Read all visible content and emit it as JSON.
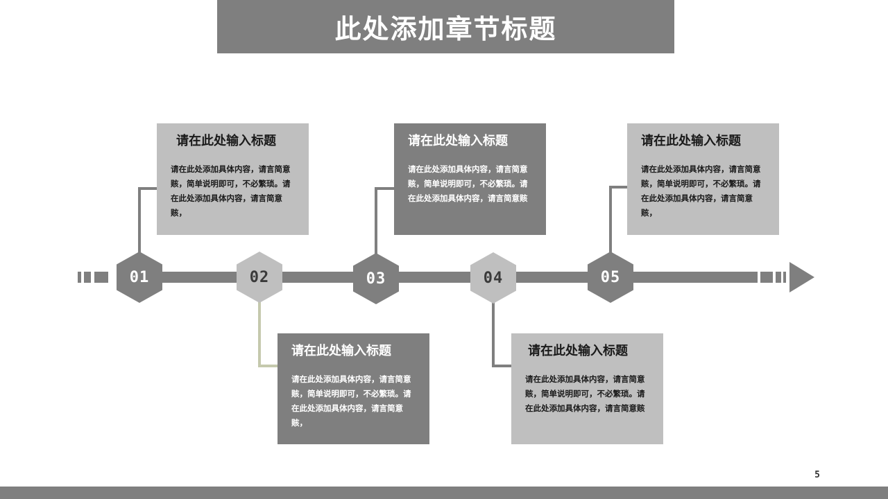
{
  "header": {
    "title": "此处添加章节标题"
  },
  "steps": [
    {
      "number": "01",
      "title": "请在此处输入标题",
      "body": "请在此处添加具体内容，请言简意赅，简单说明即可，不必繁琐。请在此处添加具体内容，请言简意赅，"
    },
    {
      "number": "02",
      "title": "请在此处输入标题",
      "body": "请在此处添加具体内容，请言简意赅，简单说明即可，不必繁琐。请在此处添加具体内容，请言简意赅，"
    },
    {
      "number": "03",
      "title": "请在此处输入标题",
      "body": "请在此处添加具体内容，请言简意赅，简单说明即可，不必繁琐。请在此处添加具体内容，请言简意赅"
    },
    {
      "number": "04",
      "title": "请在此处输入标题",
      "body": "请在此处添加具体内容，请言简意赅，简单说明即可，不必繁琐。请在此处添加具体内容，请言简意赅"
    },
    {
      "number": "05",
      "title": "请在此处输入标题",
      "body": "请在此处添加具体内容，请言简意赅，简单说明即可，不必繁琐。请在此处添加具体内容，请言简意赅，"
    }
  ],
  "footer": {
    "page_number": "5"
  },
  "colors": {
    "dark_gray": "#7f7f7f",
    "light_gray": "#bfbfbf",
    "accent_connector": "#c5c9ad"
  }
}
